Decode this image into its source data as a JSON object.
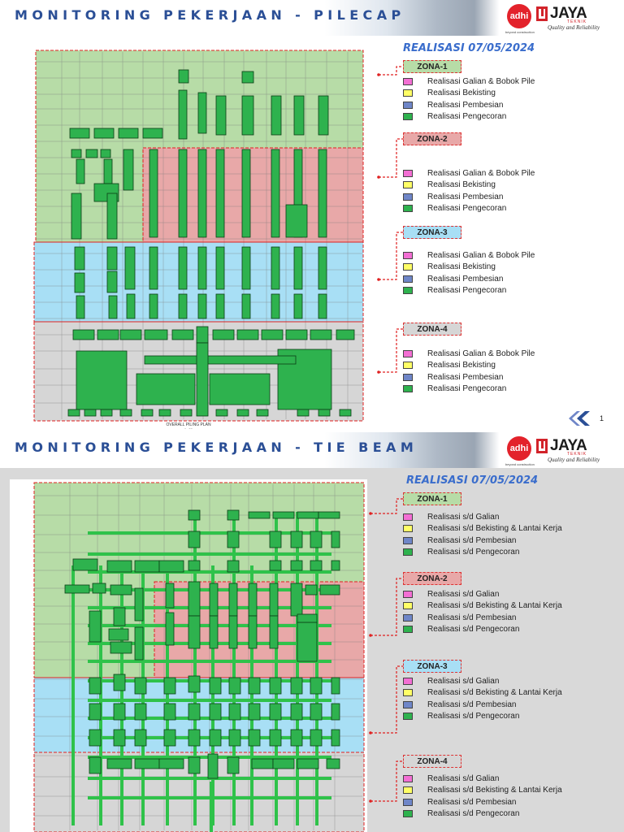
{
  "slide1": {
    "title": "MONITORING PEKERJAAN - PILECAP",
    "realisasi": "REALISASI 07/05/2024",
    "plan_caption": "OVERALL PILING PLAN",
    "plan_scale": "1 : 50",
    "page_number": "1",
    "zones": [
      {
        "label": "ZONA-1",
        "fill": "#b7dca7"
      },
      {
        "label": "ZONA-2",
        "fill": "#e8a8a8"
      },
      {
        "label": "ZONA-3",
        "fill": "#a8dff5"
      },
      {
        "label": "ZONA-4",
        "fill": "#d6d6d6"
      }
    ],
    "legend": [
      "Realisasi Galian & Bobok Pile",
      "Realisasi Bekisting",
      "Realisasi Pembesian",
      "Realisasi Pengecoran"
    ]
  },
  "slide2": {
    "title": "MONITORING PEKERJAAN - TIE BEAM",
    "realisasi": "REALISASI 07/05/2024",
    "zones": [
      {
        "label": "ZONA-1",
        "fill": "#b7dca7"
      },
      {
        "label": "ZONA-2",
        "fill": "#e8a8a8"
      },
      {
        "label": "ZONA-3",
        "fill": "#a8dff5"
      },
      {
        "label": "ZONA-4",
        "fill": "#d6d6d6"
      }
    ],
    "legend": [
      "Realisasi s/d Galian",
      "Realisasi s/d Bekisting & Lantai Kerja",
      "Realisasi s/d Pembesian",
      "Realisasi s/d Pengecoran"
    ]
  },
  "brand": {
    "adhi": "adhi",
    "adhi_tagline": "beyond construction",
    "jaya": "JAYA",
    "teknik": "TEKNIK",
    "jaya_tagline": "Quality and Reliability"
  },
  "legend_colors": [
    "#f36fd4",
    "#ffff66",
    "#6f86c8",
    "#2eb24e"
  ],
  "colors": {
    "title": "#2b4f96",
    "pile": "#2eb24e",
    "beam": "#2fc24a",
    "zone_border": "#e02020"
  }
}
